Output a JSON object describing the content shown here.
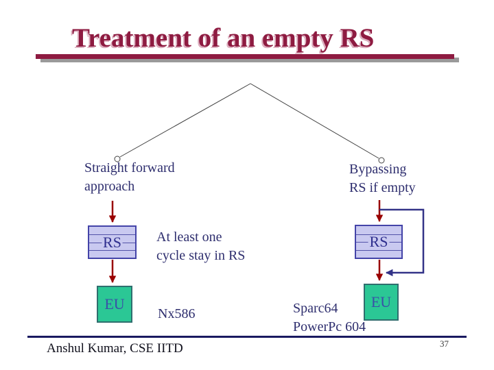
{
  "slide": {
    "title": "Treatment of an empty RS",
    "footer_author": "Anshul Kumar, CSE IITD",
    "page_number": "37"
  },
  "tree": {
    "left_label_line1": "Straight forward",
    "left_label_line2": "approach",
    "right_label_line1": "Bypassing",
    "right_label_line2": "RS if empty"
  },
  "left_pipeline": {
    "rs_label": "RS",
    "eu_label": "EU",
    "note_line1": "At least one",
    "note_line2": "cycle stay in RS",
    "example": "Nx586"
  },
  "right_pipeline": {
    "rs_label": "RS",
    "eu_label": "EU",
    "example_line1": "Sparc64",
    "example_line2": "PowerPc 604"
  },
  "colors": {
    "title_maroon": "#8E1B41",
    "title_shadow_pink": "#DCAEBE",
    "rule_shadow_gray": "#9A9A9A",
    "arrow_red": "#990000",
    "bypass_navy": "#333388",
    "branch_line_gray": "#404040",
    "rs_fill": "#C9C9F0",
    "rs_border": "#4343A8",
    "eu_fill": "#2BC795",
    "eu_border": "#2F6E6E",
    "diagram_text_navy": "#2E2E6E",
    "footer_line_navy": "#191960"
  }
}
